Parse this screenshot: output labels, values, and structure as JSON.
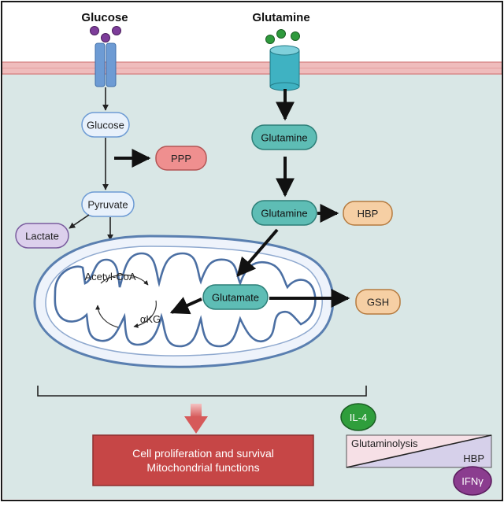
{
  "labels": {
    "glucose_title": "Glucose",
    "glutamine_title": "Glutamine",
    "glucose_node": "Glucose",
    "ppp": "PPP",
    "pyruvate": "Pyruvate",
    "lactate": "Lactate",
    "acetyl_coa": "Acetyl-CoA",
    "akg": "αKG",
    "glutamine_node_1": "Glutamine",
    "glutamine_node_2": "Glutamine",
    "hbp": "HBP",
    "glutamate": "Glutamate",
    "gsh": "GSH",
    "outcome_line1": "Cell proliferation and survival",
    "outcome_line2": "Mitochondrial functions",
    "il4": "IL-4",
    "glutaminolysis": "Glutaminolysis",
    "hbp_balance": "HBP",
    "ifng": "IFNγ"
  },
  "colors": {
    "cytoplasm": "#d9e7e6",
    "membrane": "#e9a9a9",
    "glucose_molecule": "#7d3d9a",
    "glutamine_molecule": "#2e9a3c",
    "transporter_glucose": "#6d9bd4",
    "transporter_glutamine": "#3fb2c2",
    "ppp": "#ef8f8f",
    "hbp_gsh": "#f6cfa4",
    "lactate": "#dcd0ec",
    "node_glucose": "#e8f1fb",
    "node_glutamine": "#5ebdb5",
    "outcome": "#c64646",
    "il4": "#2f9e3c",
    "ifng": "#8b3d8f"
  }
}
